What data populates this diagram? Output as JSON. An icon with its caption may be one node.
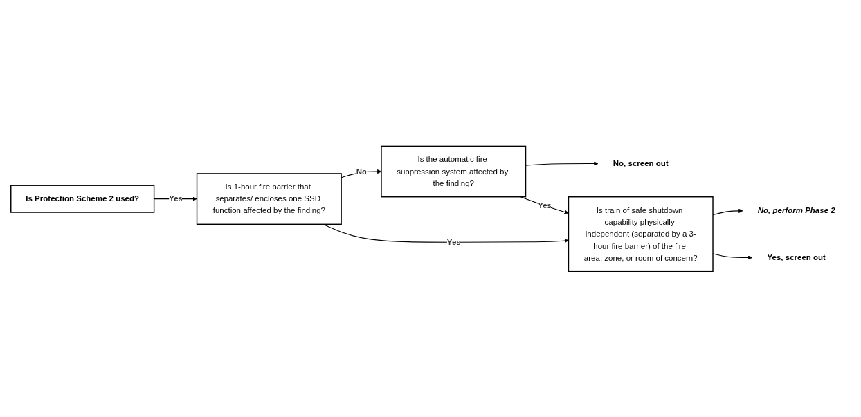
{
  "diagram": {
    "nodes": [
      {
        "text": [
          "Is Protection Scheme 2 used?"
        ]
      },
      {
        "text": [
          "Is 1-hour fire barrier that separates/ encloses one SSD function affected by the finding?"
        ]
      },
      {
        "text": [
          "Is the automatic fire suppression system affected by the finding?"
        ]
      },
      {
        "text": [
          "No, screen out"
        ]
      },
      {
        "text": [
          "Is train of safe shutdown capability physically independent (separated by a 3-hour fire barrier) of the fire area, zone, or room of concern?"
        ]
      },
      {
        "text": [
          "No, perform Phase 2"
        ]
      },
      {
        "text": [
          "Yes, screen out"
        ]
      }
    ],
    "edges": [
      {
        "from": 0,
        "to": 1,
        "arrow": "to",
        "label": "Yes"
      },
      {
        "from": 1,
        "to": 2,
        "arrow": "to",
        "label": "No"
      },
      {
        "from": 2,
        "to": 3,
        "arrow": "to"
      },
      {
        "from": 1,
        "to": 4,
        "arrow": "to",
        "label": "Yes"
      },
      {
        "from": 2,
        "to": 4,
        "arrow": "to",
        "label": "Yes"
      },
      {
        "from": 4,
        "to": 5,
        "arrow": "to"
      },
      {
        "from": 4,
        "to": 6,
        "arrow": "to"
      }
    ]
  }
}
